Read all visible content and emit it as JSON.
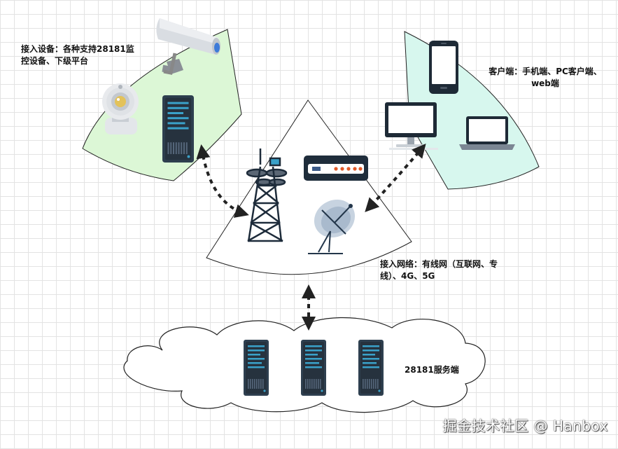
{
  "labels": {
    "access_devices": "接入设备：各种支持28181监控设备、下级平台",
    "clients": "客户端：手机端、PC客户端、web端",
    "network": "接入网络：有线网（互联网、专线）、4G、5G",
    "server": "28181服务端"
  },
  "watermark": "掘金技术社区 @ Hanbox",
  "colors": {
    "access_sector": "#dcf7d6",
    "client_sector": "#d7f7ee",
    "network_sector": "#ffffff",
    "server_dark": "#2e3f4f",
    "server_accent": "#3aa1c9",
    "router_red": "#e05a2a",
    "arrow": "#222222"
  },
  "icons": [
    "security-camera-icon",
    "webcam-icon",
    "server-icon",
    "cell-tower-icon",
    "router-icon",
    "satellite-dish-icon",
    "smartphone-icon",
    "desktop-monitor-icon",
    "laptop-icon",
    "cloud-icon"
  ]
}
